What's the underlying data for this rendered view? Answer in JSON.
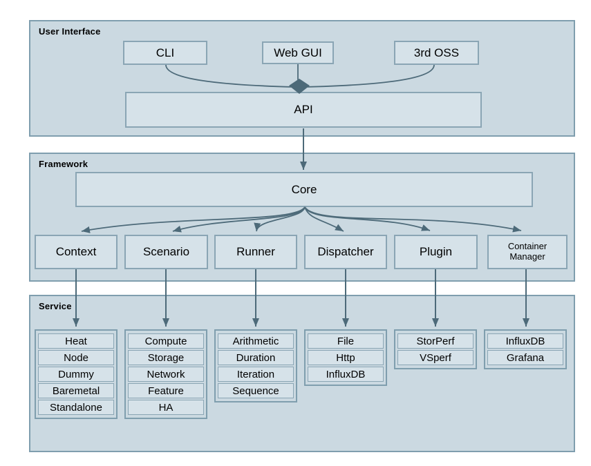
{
  "sections": {
    "user_interface": {
      "label": "User Interface"
    },
    "framework": {
      "label": "Framework"
    },
    "service": {
      "label": "Service"
    }
  },
  "ui_boxes": {
    "cli": "CLI",
    "web_gui": "Web GUI",
    "third_oss": "3rd OSS",
    "api": "API"
  },
  "framework_boxes": {
    "core": "Core",
    "modules": [
      "Context",
      "Scenario",
      "Runner",
      "Dispatcher",
      "Plugin",
      "Container Manager"
    ]
  },
  "service_columns": [
    {
      "parent": "Context",
      "rows": [
        "Heat",
        "Node",
        "Dummy",
        "Baremetal",
        "Standalone"
      ]
    },
    {
      "parent": "Scenario",
      "rows": [
        "Compute",
        "Storage",
        "Network",
        "Feature",
        "HA"
      ]
    },
    {
      "parent": "Runner",
      "rows": [
        "Arithmetic",
        "Duration",
        "Iteration",
        "Sequence"
      ]
    },
    {
      "parent": "Dispatcher",
      "rows": [
        "File",
        "Http",
        "InfluxDB"
      ]
    },
    {
      "parent": "Plugin",
      "rows": [
        "StorPerf",
        "VSperf"
      ]
    },
    {
      "parent": "Container Manager",
      "rows": [
        "InfluxDB",
        "Grafana"
      ]
    }
  ],
  "colors": {
    "section_fill": "#cbd9e1",
    "section_border": "#7f9eae",
    "box_fill": "#d6e2e9",
    "box_border": "#8aa5b4",
    "arrow": "#4d6a79",
    "text": "#000000"
  }
}
